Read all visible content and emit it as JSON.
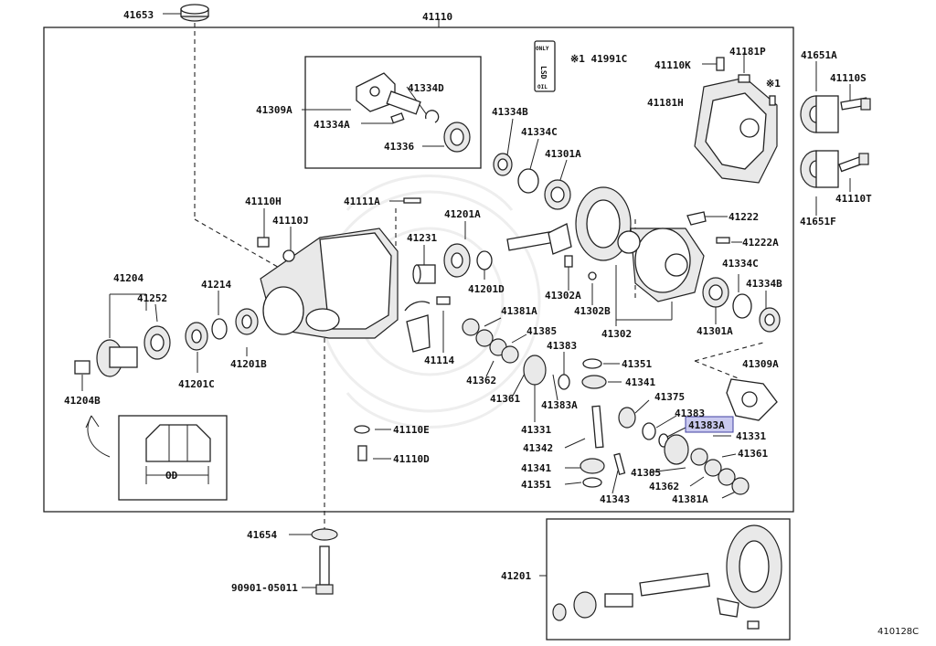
{
  "labels": {
    "l41653": "41653",
    "l41110": "41110",
    "l41309a": "41309A",
    "l41334d": "41334D",
    "l41334a": "41334A",
    "l41336": "41336",
    "l41991c": "※1 41991C",
    "l41110k": "41110K",
    "l41181p": "41181P",
    "l41181h": "41181H",
    "l41651a": "41651A",
    "l41110s": "41110S",
    "l41110t": "41110T",
    "l41651f": "41651F",
    "l41334b_top": "41334B",
    "l41334c_top": "41334C",
    "l41301a_top": "41301A",
    "l41110h": "41110H",
    "l41111a": "41111A",
    "l41201a": "41201A",
    "l41222": "41222",
    "l41222a": "41222A",
    "l41110j": "41110J",
    "l41231": "41231",
    "l41201d": "41201D",
    "l41302a": "41302A",
    "l41302b": "41302B",
    "l41302": "41302",
    "l41334c_r": "41334C",
    "l41334b_r": "41334B",
    "l41301a_r": "41301A",
    "l41204": "41204",
    "l41252": "41252",
    "l41214": "41214",
    "l41201c": "41201C",
    "l41201b": "41201B",
    "l41204b": "41204B",
    "l41381a_top": "41381A",
    "l41385_top": "41385",
    "l41383_l": "41383",
    "l41114": "41114",
    "l41351_top": "41351",
    "l41341_top": "41341",
    "l41362_l": "41362",
    "l41361_l": "41361",
    "l41383a_l": "41383A",
    "l41331_l": "41331",
    "l41375": "41375",
    "l41383_r": "41383",
    "l41383a_hl": "41383A",
    "l41331_r": "41331",
    "l41309a_r": "41309A",
    "l41110e": "41110E",
    "l41110d": "41110D",
    "l41342": "41342",
    "l41341_bot": "41341",
    "l41351_bot": "41351",
    "l41343": "41343",
    "l41385_bot": "41385",
    "l41362_bot": "41362",
    "l41381a_bot": "41381A",
    "l41361_r": "41361",
    "l41654": "41654",
    "l90901": "90901-05011",
    "l41201": "41201",
    "od": "OD",
    "fig": "410128C",
    "star1": "※1"
  },
  "lsd_tag": {
    "top": "ONLY",
    "middle": "LSD",
    "bottom": "OIL"
  },
  "colors": {
    "highlight": "#c9c9ef",
    "line": "#222222"
  }
}
